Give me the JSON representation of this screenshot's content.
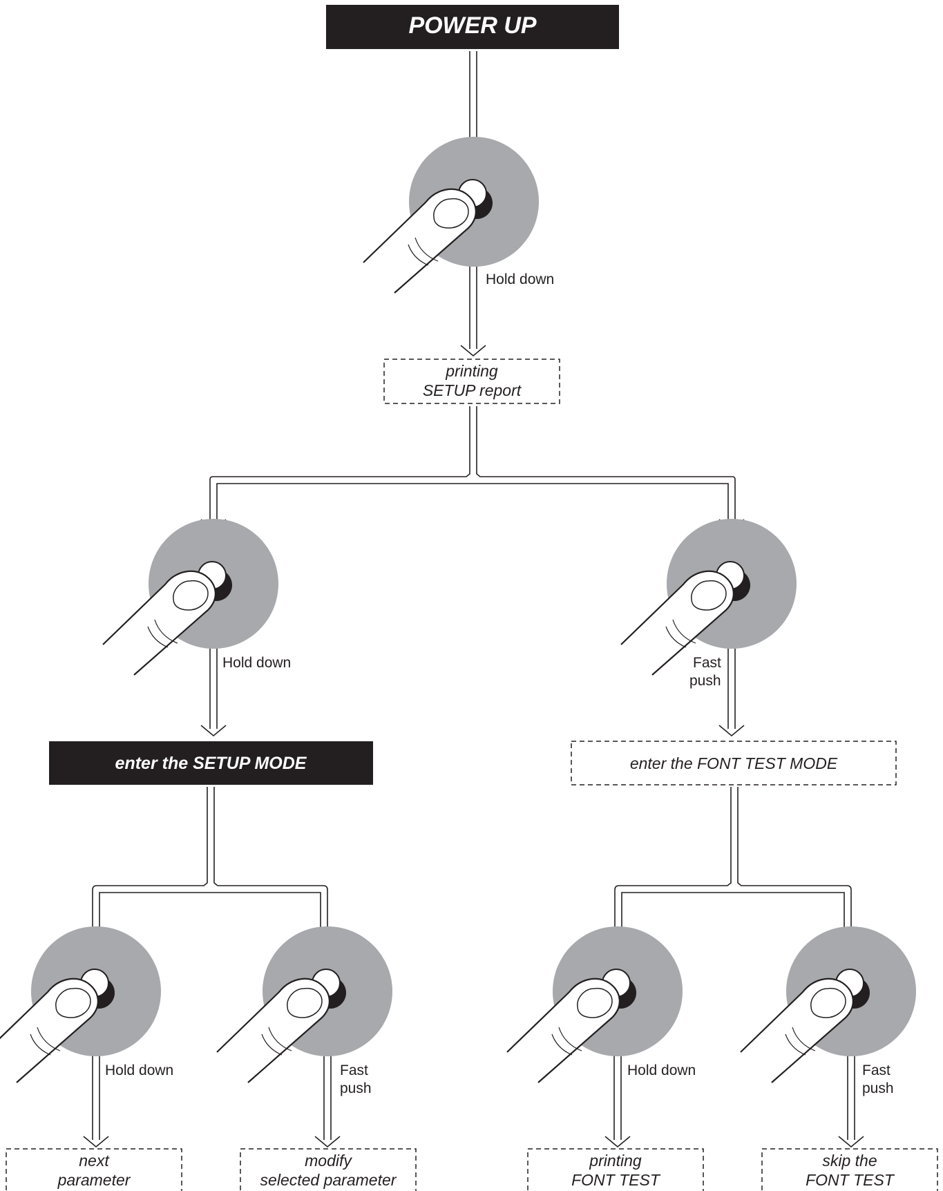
{
  "title": "POWER UP",
  "setup_report": {
    "line1": "printing",
    "line2": "SETUP report"
  },
  "setup_mode": "enter the SETUP MODE",
  "font_test_mode": "enter the FONT TEST MODE",
  "actions": {
    "hold_down": "Hold down",
    "fast": "Fast",
    "push": "push"
  },
  "results": {
    "next_parameter": {
      "line1": "next",
      "line2": "parameter"
    },
    "modify_parameter": {
      "line1": "modify",
      "line2": "selected parameter"
    },
    "printing_font_test": {
      "line1": "printing",
      "line2": "FONT TEST"
    },
    "skip_font_test": {
      "line1": "skip the",
      "line2": "FONT TEST"
    }
  },
  "colors": {
    "dark_box": "#231f20",
    "button_disc": "#a7a9ac",
    "line": "#231f20"
  },
  "icons": [
    "finger-press-button-icon",
    "down-arrow-icon"
  ]
}
